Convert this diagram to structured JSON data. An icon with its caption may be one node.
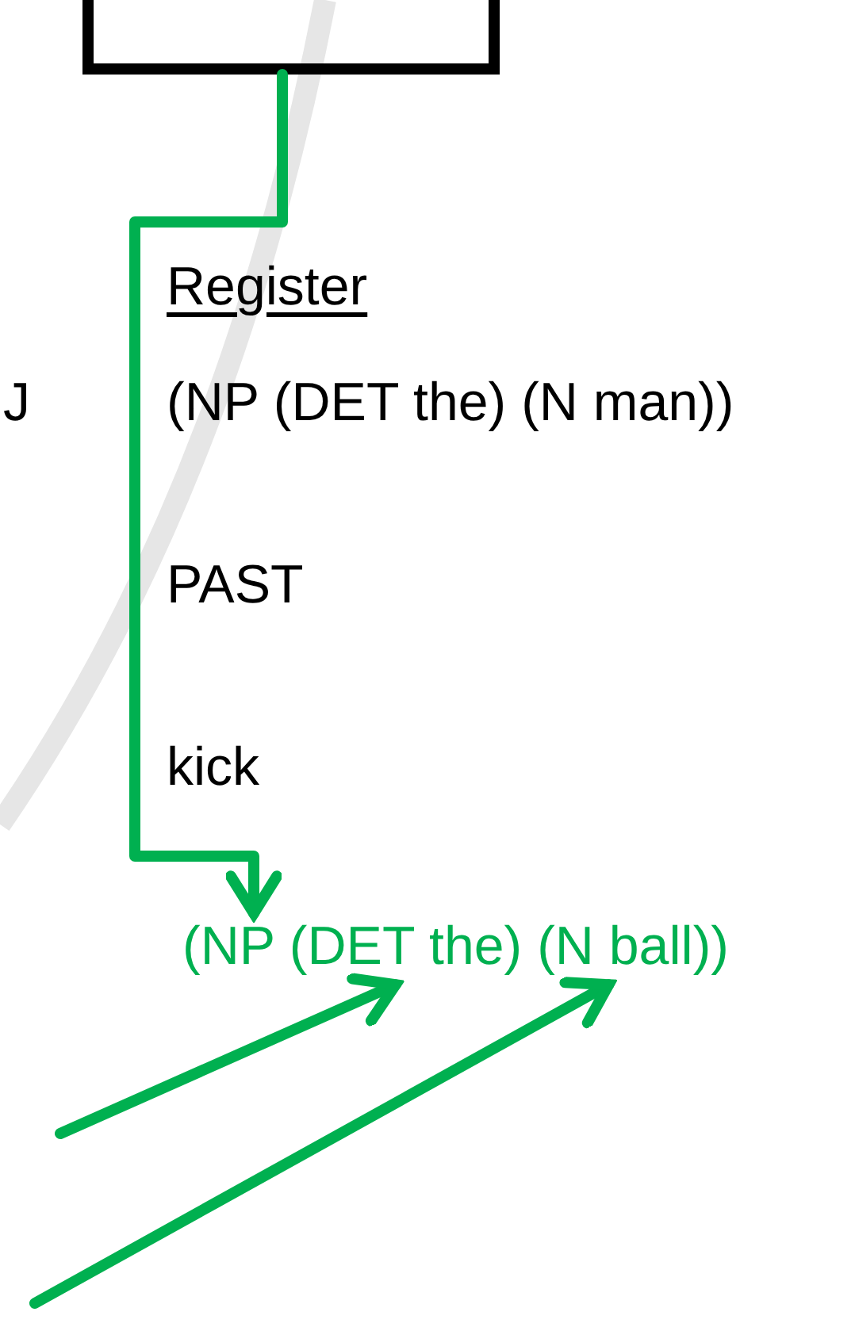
{
  "diagram": {
    "nodes": [
      {
        "text": [],
        "shape": "box"
      },
      {
        "text": [
          "(NP (DET the) (N ball))"
        ]
      }
    ],
    "edges": [
      {
        "from": 0,
        "to": 1,
        "arrow": "to"
      },
      {
        "from": null,
        "to": 1,
        "arrow": "to"
      },
      {
        "from": null,
        "to": 1,
        "arrow": "to"
      }
    ],
    "labels": [
      "Register",
      "J",
      "(NP (DET the) (N man))",
      "PAST",
      "kick"
    ]
  }
}
